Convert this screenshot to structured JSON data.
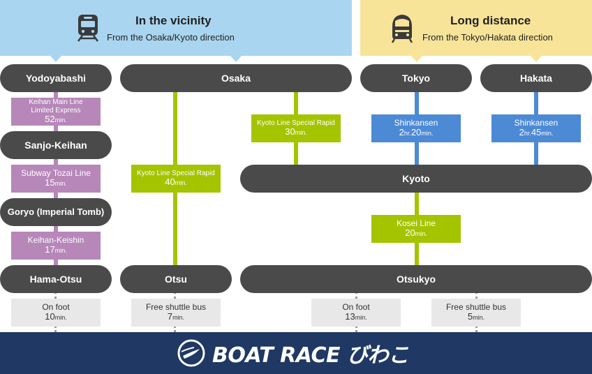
{
  "header": {
    "vicinity": {
      "title": "In the vicinity",
      "subtitle": "From the Osaka/Kyoto direction",
      "icon": "train-icon",
      "color": "#a9d5f0"
    },
    "long": {
      "title": "Long distance",
      "subtitle": "From the Tokyo/Hakata direction",
      "icon": "shinkansen-icon",
      "color": "#f8e498"
    }
  },
  "stations": {
    "yodoyabashi": "Yodoyabashi",
    "osaka": "Osaka",
    "tokyo": "Tokyo",
    "hakata": "Hakata",
    "sanjo_keihan": "Sanjo-Keihan",
    "kyoto": "Kyoto",
    "goryo": "Goryo (Imperial Tomb)",
    "hama_otsu": "Hama-Otsu",
    "otsu": "Otsu",
    "otsukyo": "Otsukyo"
  },
  "segments": {
    "keihan_main": {
      "line1": "Keihan Main Line",
      "line2": "Limited Express",
      "time": "52",
      "unit": "min."
    },
    "tozai": {
      "line": "Subway Tozai Line",
      "time": "15",
      "unit": "min."
    },
    "keihan_keishin": {
      "line": "Keihan-Keishin",
      "time": "17",
      "unit": "min."
    },
    "kyoto_rapid_osaka": {
      "line": "Kyoto Line Special Rapid",
      "time": "40",
      "unit": "min."
    },
    "kyoto_rapid_kyoto": {
      "line": "Kyoto Line Special Rapid",
      "time": "30",
      "unit": "min."
    },
    "shinkansen_tokyo": {
      "line": "Shinkansen",
      "h": "2",
      "hunit": "hr.",
      "m": "20",
      "munit": "min."
    },
    "shinkansen_hakata": {
      "line": "Shinkansen",
      "h": "2",
      "hunit": "hr.",
      "m": "45",
      "munit": "min."
    },
    "kosei": {
      "line": "Kosei Line",
      "time": "20",
      "unit": "min."
    },
    "foot_hama": {
      "line": "On foot",
      "time": "10",
      "unit": "min."
    },
    "shuttle_otsu": {
      "line": "Free shuttle bus",
      "time": "7",
      "unit": "min."
    },
    "foot_otsukyo": {
      "line": "On foot",
      "time": "13",
      "unit": "min."
    },
    "shuttle_otsukyo": {
      "line": "Free shuttle bus",
      "time": "5",
      "unit": "min."
    }
  },
  "footer": {
    "brand": "BOAT RACE びわこ",
    "logo_icon": "boat-race-logo-icon",
    "color": "#1f3864"
  },
  "colors": {
    "keihan": "#b687b8",
    "jr": "#a5c400",
    "shinkansen": "#4d8ad6",
    "station": "#4a4a4a",
    "walk": "#e8e8e8"
  }
}
